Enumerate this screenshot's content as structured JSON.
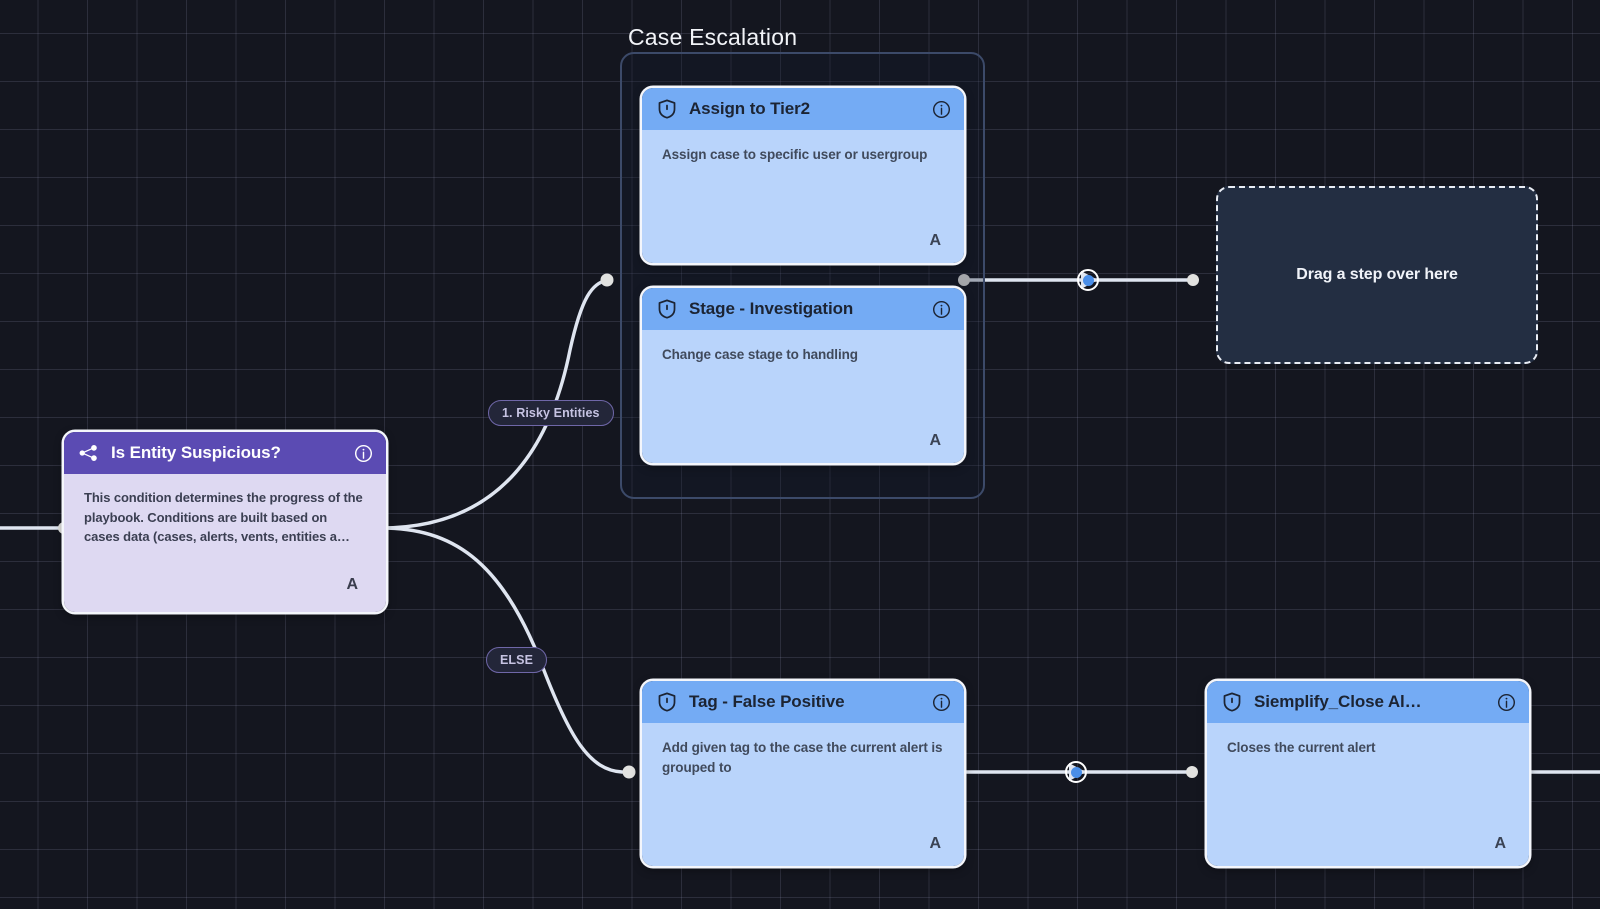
{
  "canvas": {
    "background_color": "#14161f",
    "grid_line_color": "#a8acd0"
  },
  "group": {
    "title": "Case Escalation",
    "border_color": "#3c4a69"
  },
  "nodes": [
    {
      "id": "assign-to-tier2",
      "type": "action",
      "icon": "shield-icon",
      "title": "Assign to Tier2",
      "description": "Assign case to specific user or usergroup",
      "badge": "A",
      "info_icon": "info-icon",
      "header_color": "#74abf4",
      "body_color": "#b9d4fb"
    },
    {
      "id": "stage-investigation",
      "type": "action",
      "icon": "shield-icon",
      "title": "Stage - Investigation",
      "description": "Change case stage to handling",
      "badge": "A",
      "info_icon": "info-icon",
      "header_color": "#74abf4",
      "body_color": "#b9d4fb"
    },
    {
      "id": "tag-false-positive",
      "type": "action",
      "icon": "shield-icon",
      "title": "Tag - False Positive",
      "description": "Add given tag to the case the current alert is grouped to",
      "badge": "A",
      "info_icon": "info-icon",
      "header_color": "#74abf4",
      "body_color": "#b9d4fb"
    },
    {
      "id": "siemplify-close-alert",
      "type": "action",
      "icon": "shield-icon",
      "title": "Siemplify_Close Al…",
      "description": "Closes the current alert",
      "badge": "A",
      "info_icon": "info-icon",
      "header_color": "#74abf4",
      "body_color": "#b9d4fb"
    },
    {
      "id": "is-entity-suspicious",
      "type": "condition",
      "icon": "branch-icon",
      "title": "Is Entity Suspicious?",
      "description": "This condition determines the progress of the playbook. Conditions are built based on cases data (cases, alerts, vents, entities a…",
      "badge": "A",
      "info_icon": "info-icon",
      "header_color": "#5b4bb3",
      "body_color": "#ded9f2"
    }
  ],
  "dropzone": {
    "label": "Drag a step over here",
    "fill_color": "#232e42",
    "border_color": "#e9edf5"
  },
  "edge_labels": [
    {
      "id": "branch-risky-entities",
      "text": "1. Risky Entities"
    },
    {
      "id": "branch-else",
      "text": "ELSE"
    }
  ],
  "edge_buttons": [
    {
      "id": "edge-add-top",
      "dot_color": "#4a8ee8"
    },
    {
      "id": "edge-add-bottom",
      "dot_color": "#4a8ee8"
    }
  ]
}
